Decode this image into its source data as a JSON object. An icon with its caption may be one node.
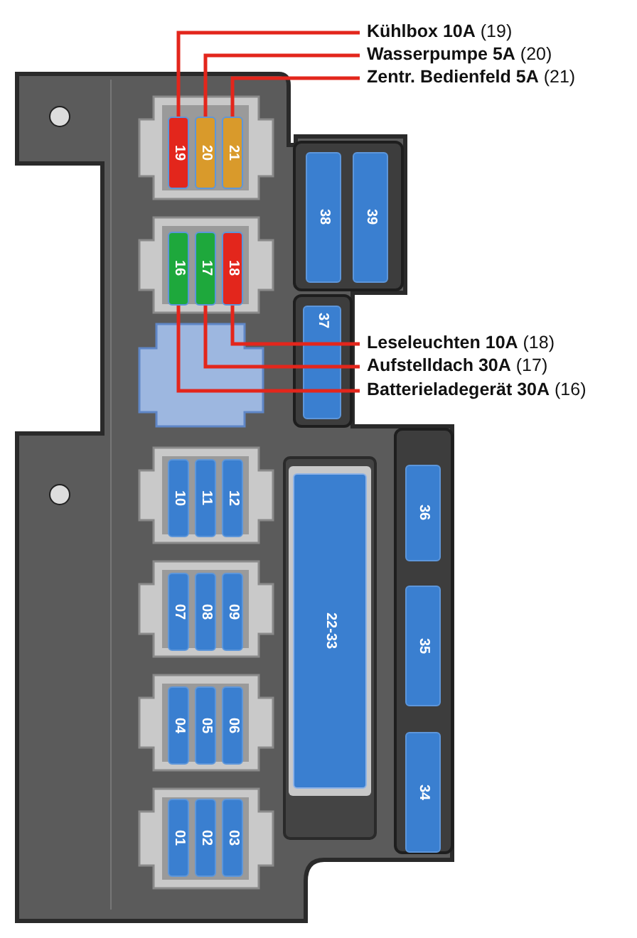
{
  "diagram": {
    "nodes": [
      {
        "text": [
          "**Kühlbox 10A** (19)"
        ]
      },
      {
        "text": [
          "**Wasserpumpe 5A** (20)"
        ]
      },
      {
        "text": [
          "**Zentr. Bedienfeld 5A** (21)"
        ]
      },
      {
        "text": [
          "19"
        ]
      },
      {
        "text": [
          "20"
        ]
      },
      {
        "text": [
          "21"
        ]
      },
      {
        "text": [
          "38"
        ]
      },
      {
        "text": [
          "39"
        ]
      },
      {
        "text": [
          "16"
        ]
      },
      {
        "text": [
          "17"
        ]
      },
      {
        "text": [
          "18"
        ]
      },
      {
        "text": [
          "37"
        ]
      },
      {
        "text": [
          "**Leseleuchten 10A** (18)"
        ]
      },
      {
        "text": [
          "**Aufstelldach 30A** (17)"
        ]
      },
      {
        "text": [
          "**Batterieladegerät 30A** (16)"
        ]
      },
      {
        "text": [
          "10"
        ]
      },
      {
        "text": [
          "11"
        ]
      },
      {
        "text": [
          "12"
        ]
      },
      {
        "text": [
          "36"
        ]
      },
      {
        "text": [
          "22-33"
        ]
      },
      {
        "text": [
          "07"
        ]
      },
      {
        "text": [
          "08"
        ]
      },
      {
        "text": [
          "09"
        ]
      },
      {
        "text": [
          "35"
        ]
      },
      {
        "text": [
          "04"
        ]
      },
      {
        "text": [
          "05"
        ]
      },
      {
        "text": [
          "06"
        ]
      },
      {
        "text": [
          "34"
        ]
      },
      {
        "text": [
          "01"
        ]
      },
      {
        "text": [
          "02"
        ]
      },
      {
        "text": [
          "03"
        ]
      }
    ],
    "edges": [
      {
        "from": 0,
        "to": 3,
        "arrow": "none"
      },
      {
        "from": 1,
        "to": 4,
        "arrow": "none"
      },
      {
        "from": 2,
        "to": 5,
        "arrow": "none"
      },
      {
        "from": 12,
        "to": 10,
        "arrow": "none"
      },
      {
        "from": 13,
        "to": 9,
        "arrow": "none"
      },
      {
        "from": 14,
        "to": 8,
        "arrow": "none"
      }
    ]
  }
}
